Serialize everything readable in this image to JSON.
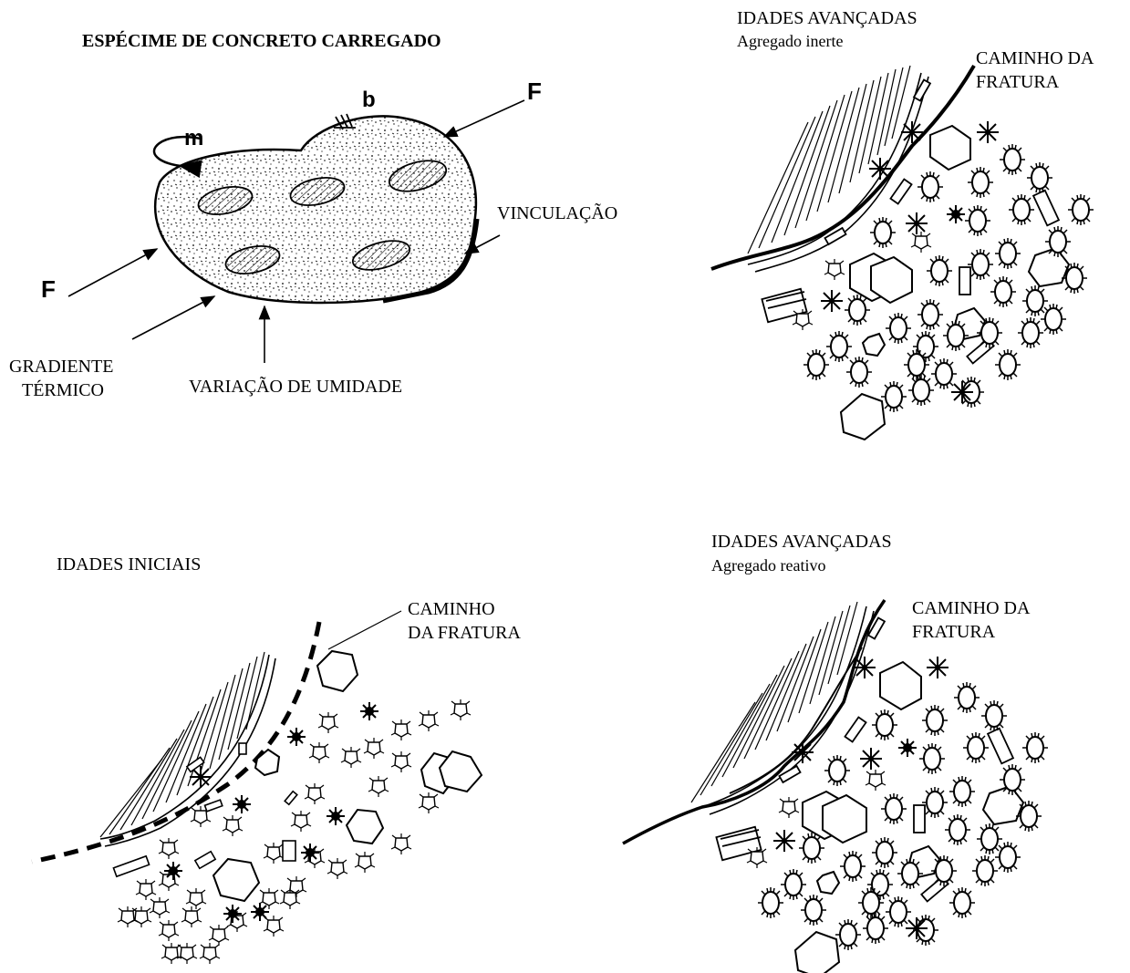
{
  "specimen": {
    "title": "ESPÉCIME DE CONCRETO CARREGADO",
    "force_top": "F",
    "force_left": "F",
    "label_b": "b",
    "label_m": "m",
    "restraint": "VINCULAÇÃO",
    "thermal_line1": "GRADIENTE",
    "thermal_line2": "TÉRMICO",
    "humidity": "VARIAÇÃO DE UMIDADE"
  },
  "panel_inert": {
    "title": "IDADES AVANÇADAS",
    "subtitle": "Agregado inerte",
    "path_line1": "CAMINHO DA",
    "path_line2": "FRATURA"
  },
  "panel_early": {
    "title": "IDADES INICIAIS",
    "path_line1": "CAMINHO",
    "path_line2": "DA FRATURA"
  },
  "panel_reactive": {
    "title": "IDADES AVANÇADAS",
    "subtitle": "Agregado reativo",
    "path_line1": "CAMINHO DA",
    "path_line2": "FRATURA"
  }
}
